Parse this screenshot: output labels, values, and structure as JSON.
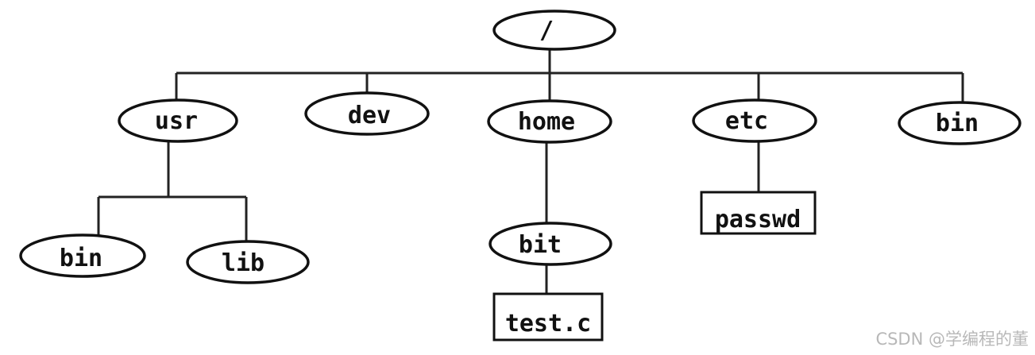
{
  "tree": {
    "root": {
      "label": "/"
    },
    "children": {
      "usr": {
        "label": "usr",
        "children": {
          "bin": "bin",
          "lib": "lib"
        }
      },
      "dev": {
        "label": "dev"
      },
      "home": {
        "label": "home",
        "children": {
          "bit": "bit"
        },
        "file": "test.c"
      },
      "etc": {
        "label": "etc",
        "file": "passwd"
      },
      "bin": {
        "label": "bin"
      }
    }
  },
  "watermark": "CSDN @学编程的董"
}
